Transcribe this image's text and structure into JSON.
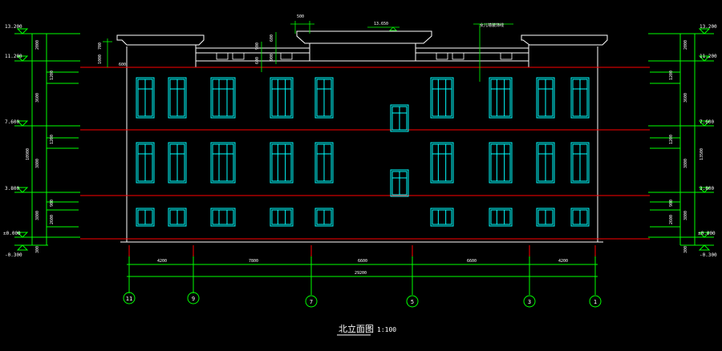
{
  "drawing": {
    "title": "北立面图",
    "scale": "1:100",
    "note_label": "女儿墙装饰线",
    "top_elev": "13.650",
    "gable_dim": "500",
    "colors": {
      "background": "#000000",
      "dimension": "#00ff00",
      "wall": "#ffffff",
      "window": "#00ffff",
      "floor_line": "#ff0000",
      "text": "#ffffff"
    }
  },
  "left_elevations": [
    "13.200",
    "11.200",
    "7.600",
    "3.800",
    "±0.000",
    "-0.300"
  ],
  "right_elevations": [
    "13.200",
    "11.200",
    "7.600",
    "3.800",
    "±0.000",
    "-0.300"
  ],
  "left_dims": [
    "2000",
    "3600",
    "3800",
    "3800",
    "300",
    "300",
    "10900"
  ],
  "right_dims": [
    "2000",
    "3600",
    "3800",
    "3800",
    "300",
    "300",
    "13500"
  ],
  "small_dims": [
    "700",
    "1000",
    "900",
    "600",
    "1200",
    "2600"
  ],
  "bay_dims": [
    "4200",
    "7800",
    "6600",
    "6600",
    "4200"
  ],
  "total_dim": "29200",
  "axes": [
    "11",
    "9",
    "7",
    "5",
    "3",
    "1"
  ]
}
